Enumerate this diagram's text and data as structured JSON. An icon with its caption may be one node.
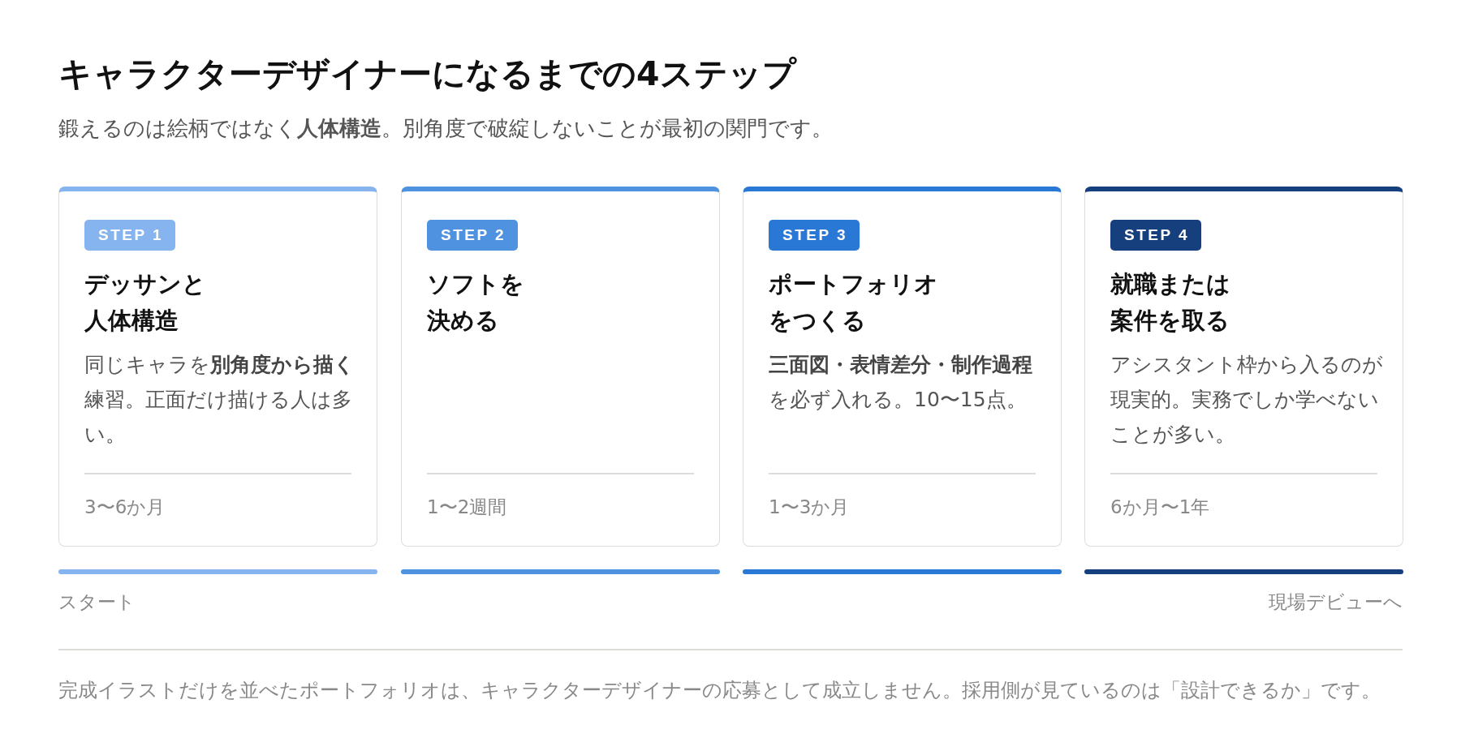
{
  "diagram": {
    "title": "キャラクターデザイナーになるまでの4ステップ",
    "nodes": [
      {
        "text": [
          "デッサンと人体構造",
          "同じキャラを**別角度から描く**練習。正面だけ描ける人は多い。",
          "3〜6か月"
        ]
      },
      {
        "text": [
          "STEP 1"
        ],
        "in": 0
      },
      {
        "text": [
          "ソフトを決める",
          "1〜2週間"
        ]
      },
      {
        "text": [
          "STEP 2"
        ],
        "in": 2
      },
      {
        "text": [
          "ポートフォリオをつくる",
          "**三面図・表情差分・制作過程**を必ず入れる。10〜15点。",
          "1〜3か月"
        ]
      },
      {
        "text": [
          "STEP 3"
        ],
        "in": 4
      },
      {
        "text": [
          "就職または案件を取る",
          "アシスタント枠から入るのが現実的。実務でしか学べないことが多い。",
          "6か月〜1年"
        ]
      },
      {
        "text": [
          "STEP 4"
        ],
        "in": 6
      }
    ],
    "labels": [
      "鍛えるのは絵柄ではなく**人体構造**。別角度で破綻しないことが最初の関門です。",
      "スタート",
      "現場デビューへ",
      "完成イラストだけを並べたポートフォリオは、キャラクターデザイナーの応募として成立しません。採用側が見ているのは「設計できるか」です。"
    ]
  }
}
